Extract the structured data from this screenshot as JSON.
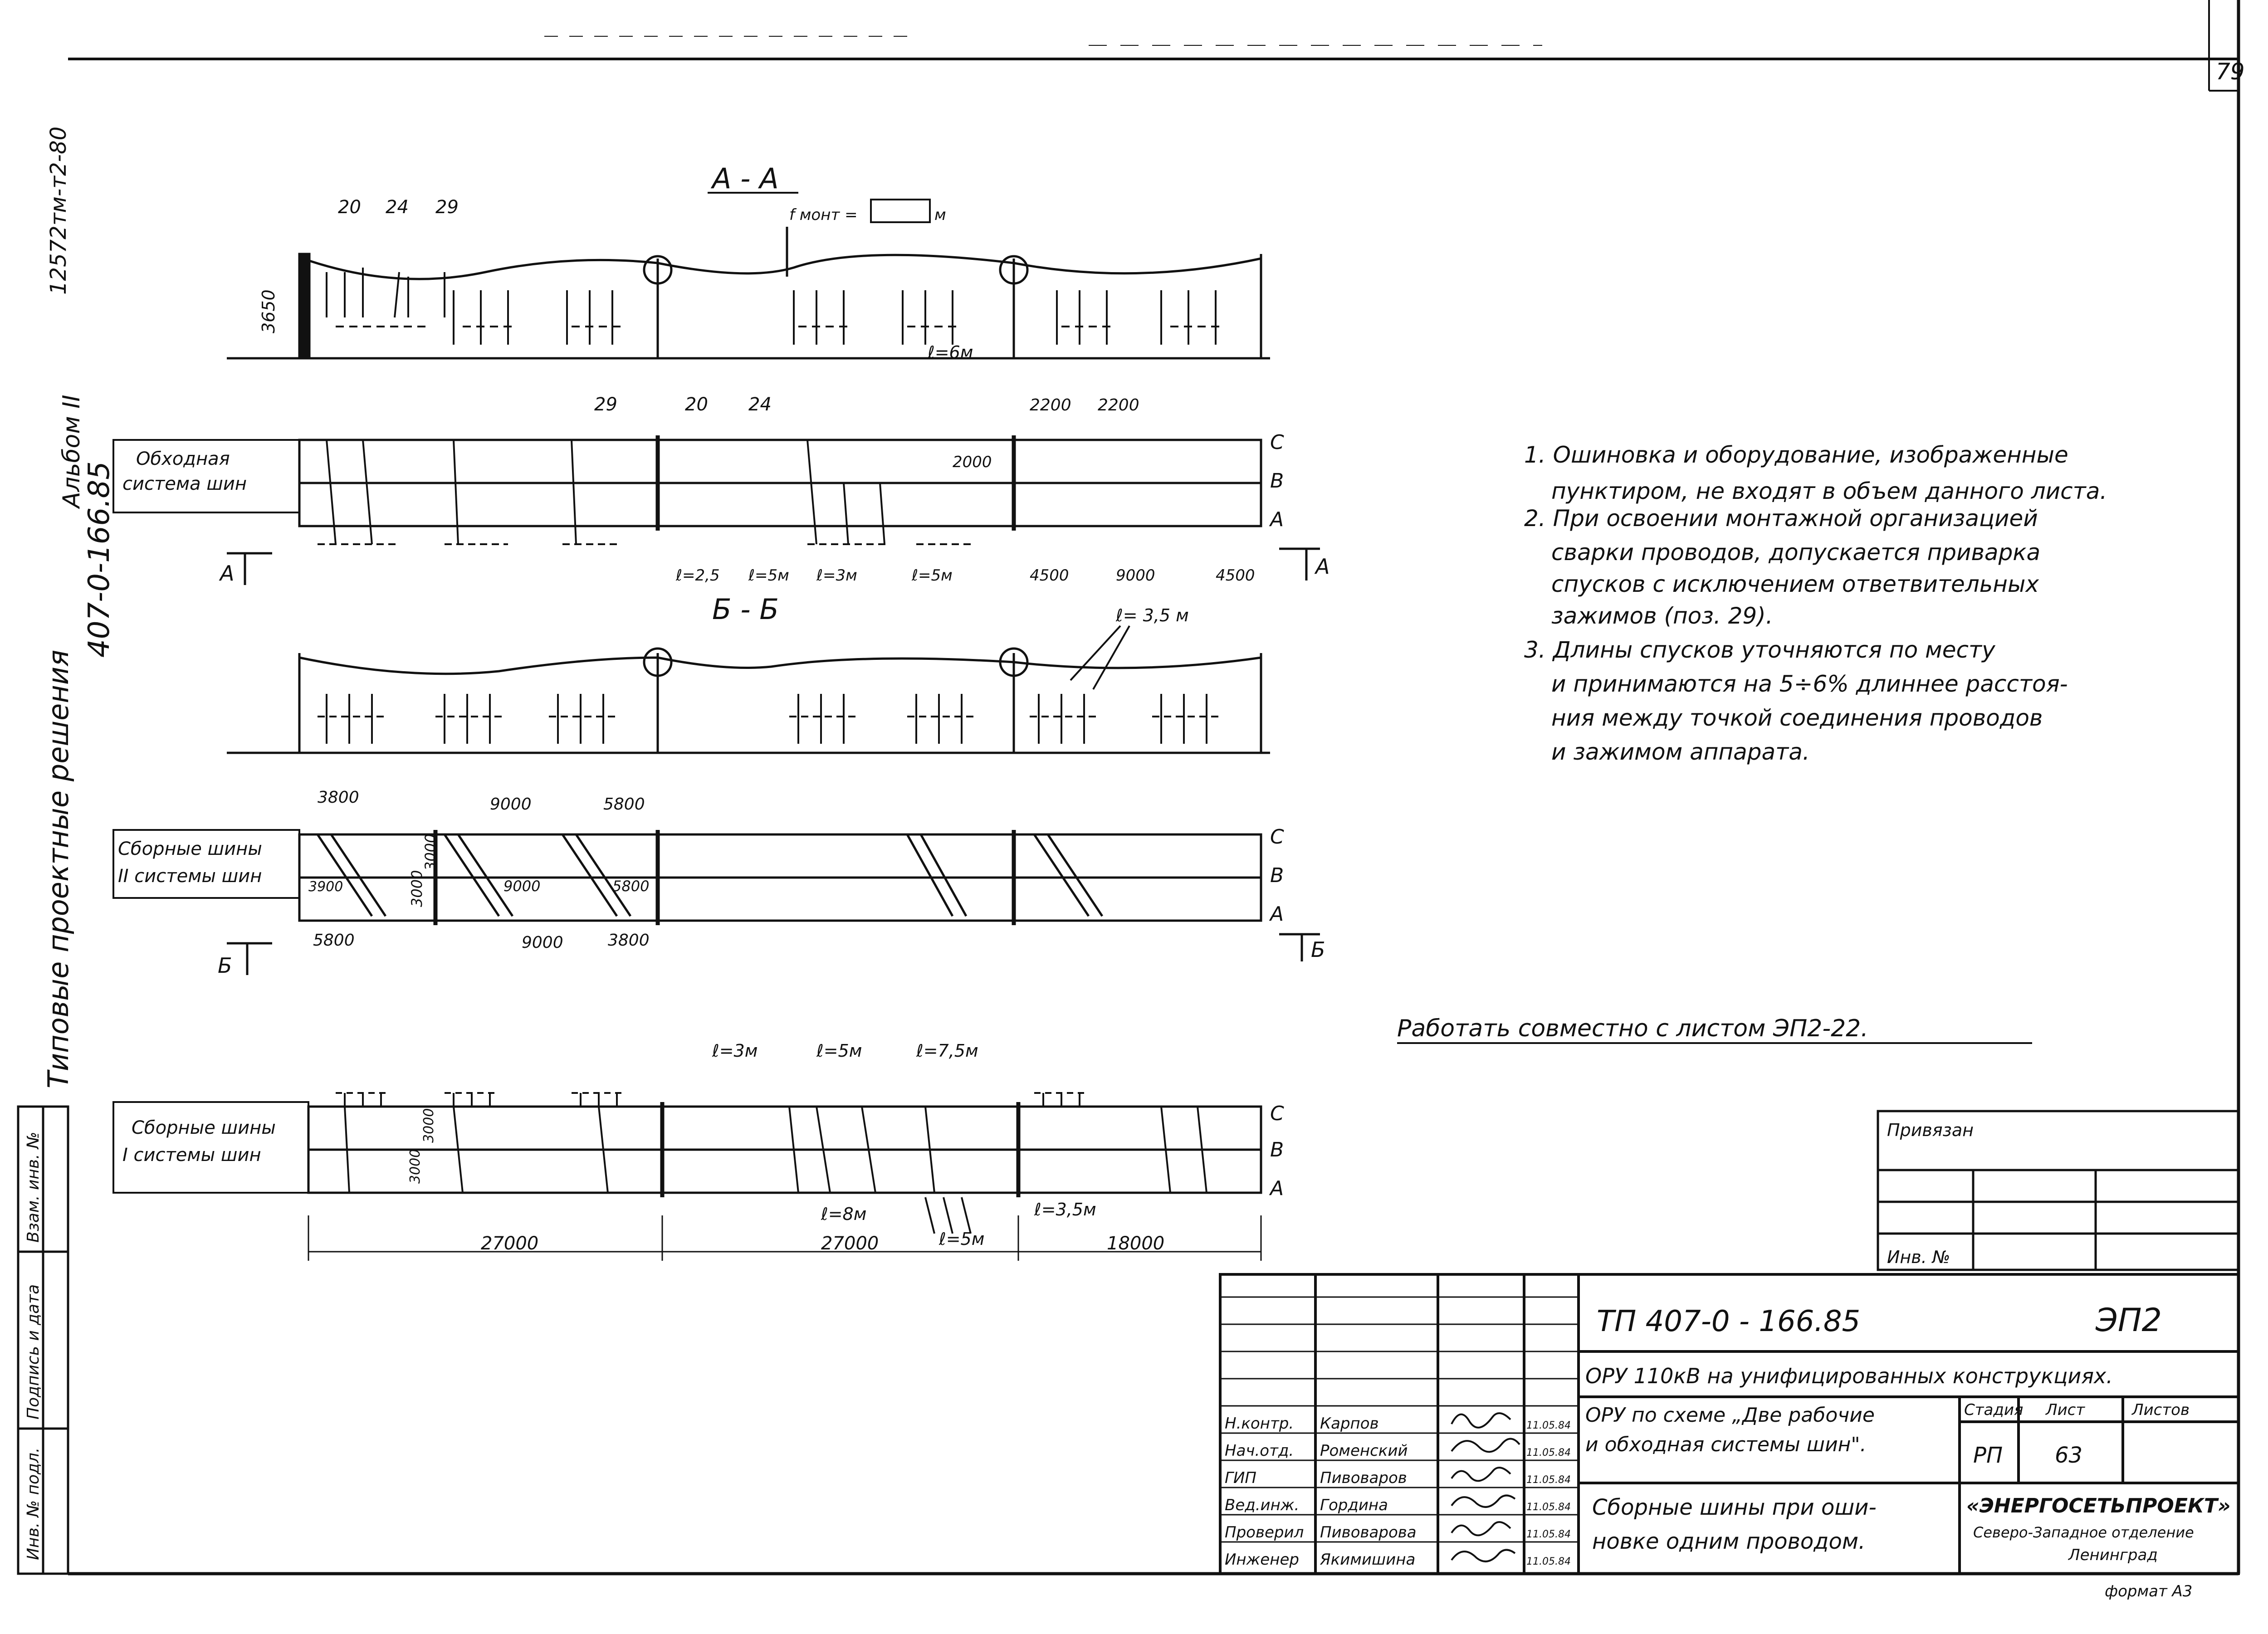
{
  "sheet": {
    "page_number": "79",
    "margin_code": "12572тм-т2-80",
    "margin_series": "407-0-166.85",
    "margin_album": "Альбом II",
    "margin_title": "Типовые проектные решения"
  },
  "section_aa": {
    "title": "А - А",
    "sag_label": "f монт =",
    "sag_unit": "м",
    "height": "3650",
    "callouts": [
      "20",
      "24",
      "29"
    ],
    "length": "ℓ=6м"
  },
  "plan_bypass": {
    "label_line1": "Обходная",
    "label_line2": "система шин",
    "callouts": [
      "29",
      "20",
      "24"
    ],
    "dims_top": [
      "2200",
      "2200"
    ],
    "dim_inner": "2000",
    "phases": [
      "C",
      "B",
      "A"
    ],
    "lengths": [
      "ℓ=2,5",
      "ℓ=5м",
      "ℓ=3м",
      "ℓ=5м"
    ],
    "dims_bottom": [
      "4500",
      "9000",
      "4500"
    ],
    "cut_mark": "А"
  },
  "section_bb": {
    "title": "Б - Б",
    "length": "ℓ= 3,5 м"
  },
  "plan_bus2": {
    "label_line1": "Сборные шины",
    "label_line2": "II системы шин",
    "dims_top": [
      "3800",
      "9000",
      "5800"
    ],
    "dims_inner": [
      "3000",
      "3000",
      "3900",
      "9000",
      "5800"
    ],
    "dims_bottom": [
      "5800",
      "9000",
      "3800"
    ],
    "phases": [
      "C",
      "B",
      "A"
    ],
    "cut_mark": "Б"
  },
  "plan_bus1": {
    "label_line1": "Сборные шины",
    "label_line2": "I системы шин",
    "lengths_top": [
      "ℓ=3м",
      "ℓ=5м",
      "ℓ=7,5м"
    ],
    "lengths_bottom": [
      "ℓ=8м",
      "ℓ=5м",
      "ℓ=3,5м"
    ],
    "dims_inner": [
      "3000",
      "3000"
    ],
    "dims_overall": [
      "27000",
      "27000",
      "18000"
    ],
    "phases": [
      "C",
      "B",
      "A"
    ]
  },
  "notes": [
    "1. Ошиновка и оборудование, изображенные",
    "пунктиром, не входят в объем данного листа.",
    "2. При освоении монтажной организацией",
    "сварки проводов, допускается приварка",
    "спусков с исключением ответвительных",
    "зажимов (поз. 29).",
    "3. Длины спусков уточняются по месту",
    "и принимаются на 5÷6% длиннее расстоя-",
    "ния между точкой соединения проводов",
    "и зажимом аппарата."
  ],
  "work_with": "Работать совместно с листом ЭП2-22.",
  "binding_box": {
    "title": "Привязан",
    "inv": "Инв. №"
  },
  "left_stamp": [
    "Инв. № подл.",
    "Подпись и дата",
    "Взам. инв. №"
  ],
  "title_block": {
    "doc_code": "ТП 407-0 - 166.85",
    "sheet_code": "ЭП2",
    "object": "ОРУ 110кВ на унифицированных конструкциях.",
    "scheme_line1": "ОРУ по схеме „Две рабочие",
    "scheme_line2": "и обходная системы шин\".",
    "drawing_line1": "Сборные шины при оши-",
    "drawing_line2": "новке одним проводом.",
    "stage_header": "Стадия",
    "sheet_header": "Лист",
    "sheets_header": "Листов",
    "stage": "РП",
    "sheet": "63",
    "org_line1": "«ЭНЕРГОСЕТЬПРОЕКТ»",
    "org_line2": "Северо-Западное отделение",
    "org_line3": "Ленинград",
    "format": "формат А3",
    "people": [
      {
        "role": "Н.контр.",
        "name": "Карпов",
        "date": "11.05.84"
      },
      {
        "role": "Нач.отд.",
        "name": "Роменский",
        "date": "11.05.84"
      },
      {
        "role": "ГИП",
        "name": "Пивоваров",
        "date": "11.05.84"
      },
      {
        "role": "Вед.инж.",
        "name": "Гордина",
        "date": "11.05.84"
      },
      {
        "role": "Проверил",
        "name": "Пивоварова",
        "date": "11.05.84"
      },
      {
        "role": "Инженер",
        "name": "Якимишина",
        "date": "11.05.84"
      }
    ]
  }
}
